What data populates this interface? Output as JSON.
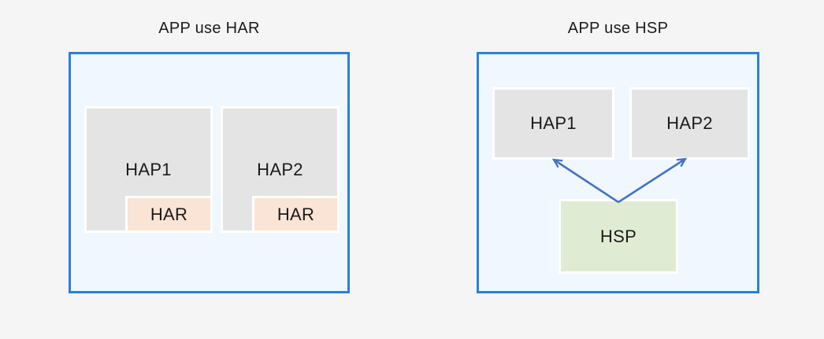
{
  "colors": {
    "page_bg": "#f5f5f5",
    "panel_border": "#2b80d8",
    "panel_fill": "#f0f7fe",
    "hap_fill": "#e4e4e4",
    "har_fill": "#fae4d5",
    "hsp_fill": "#e0ebd3",
    "arrow": "#4472c4",
    "text": "#1b1b1b"
  },
  "left_diagram": {
    "title": "APP use HAR",
    "hap1": {
      "label": "HAP1",
      "har_label": "HAR"
    },
    "hap2": {
      "label": "HAP2",
      "har_label": "HAR"
    }
  },
  "right_diagram": {
    "title": "APP use HSP",
    "hap1": {
      "label": "HAP1"
    },
    "hap2": {
      "label": "HAP2"
    },
    "hsp": {
      "label": "HSP"
    }
  }
}
